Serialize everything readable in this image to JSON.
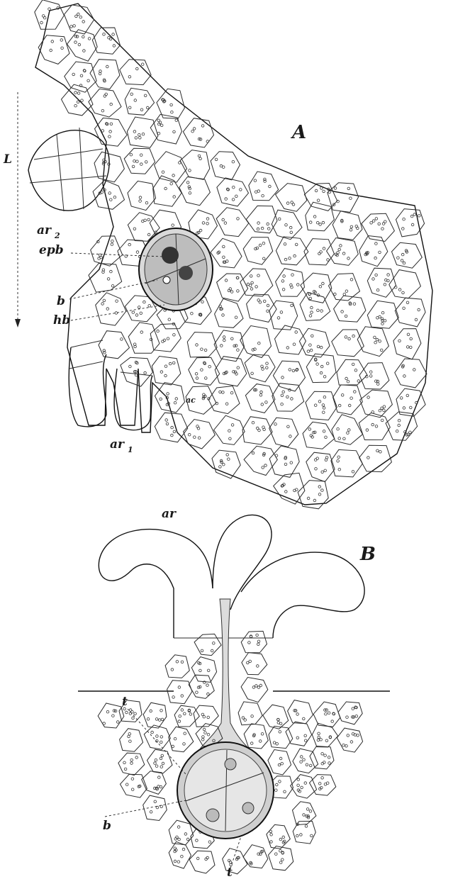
{
  "figure_a": {
    "panel_label": "A",
    "labels": {
      "L": "L",
      "ar2": "ar",
      "ar2_sub": "2",
      "epb": "epb",
      "b": "b",
      "hb": "hb",
      "ar1": "ar",
      "ar1_sub": "1",
      "ac": "ac"
    }
  },
  "figure_b": {
    "panel_label": "B",
    "labels": {
      "ar": "ar",
      "t_top": "t",
      "b": "b",
      "t_bottom": "t"
    }
  }
}
